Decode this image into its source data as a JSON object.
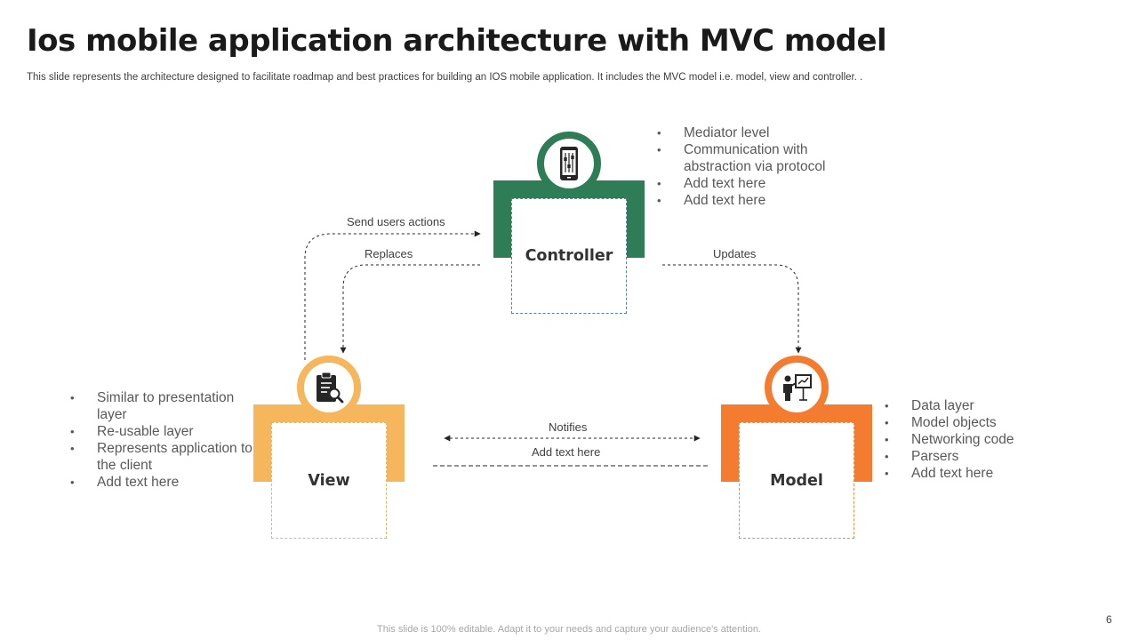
{
  "slide": {
    "title": "Ios mobile application architecture with MVC model",
    "subtitle": "This slide represents the architecture designed to facilitate roadmap and best practices for building an IOS mobile application. It includes the MVC  model i.e. model, view and controller. .",
    "footer": "This slide is 100% editable. Adapt it to your needs and capture your audience's attention.",
    "page_number": "6"
  },
  "colors": {
    "controller": "#2e7d57",
    "view": "#f5b65c",
    "model": "#f47c30"
  },
  "modules": {
    "controller": {
      "label": "Controller",
      "icon": "mobile-settings-icon",
      "points": [
        "Mediator level",
        "Communication with abstraction via protocol",
        "Add text here",
        "Add text here"
      ]
    },
    "view": {
      "label": "View",
      "icon": "clipboard-search-icon",
      "points": [
        "Similar to presentation layer",
        "Re-usable layer",
        "Represents application to the client",
        "Add text here"
      ]
    },
    "model": {
      "label": "Model",
      "icon": "presenter-icon",
      "points": [
        "Data layer",
        "Model objects",
        "Networking code",
        "Parsers",
        "Add text here"
      ]
    }
  },
  "connectors": {
    "send_users_actions": "Send users actions",
    "replaces": "Replaces",
    "updates": "Updates",
    "notifies": "Notifies",
    "add_text": "Add text here"
  }
}
